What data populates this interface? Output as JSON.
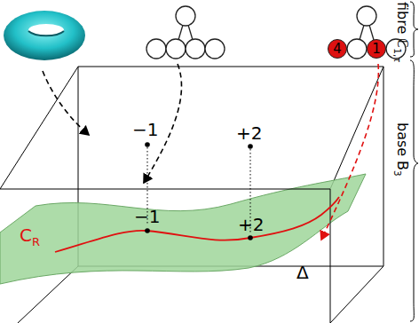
{
  "diagram": {
    "nodes": [
      {
        "text": [
          "4"
        ]
      },
      {
        "text": [
          "1"
        ]
      }
    ],
    "labels": [
      "fibre",
      "ℂ",
      "1,τ",
      "base",
      "B",
      "3",
      "−1",
      "+2",
      "−1",
      "+2",
      "C",
      "R",
      "Δ"
    ]
  }
}
